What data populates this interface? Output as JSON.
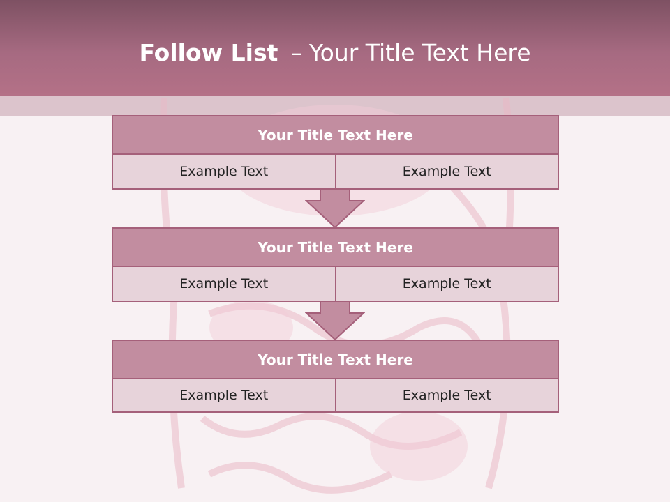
{
  "slide": {
    "title_bold": "Follow List",
    "title_separator": "–",
    "title_rest": "Your Title Text Here"
  },
  "blocks": [
    {
      "title": "Your Title Text Here",
      "left": "Example Text",
      "right": "Example Text"
    },
    {
      "title": "Your Title Text Here",
      "left": "Example Text",
      "right": "Example Text"
    },
    {
      "title": "Your Title Text Here",
      "left": "Example Text",
      "right": "Example Text"
    }
  ],
  "colors": {
    "header": "#a66a81",
    "block_title_fill": "#c28da0",
    "cell_fill": "#e7d3da",
    "border": "#a5607a",
    "arrow_fill": "#c28da0"
  }
}
